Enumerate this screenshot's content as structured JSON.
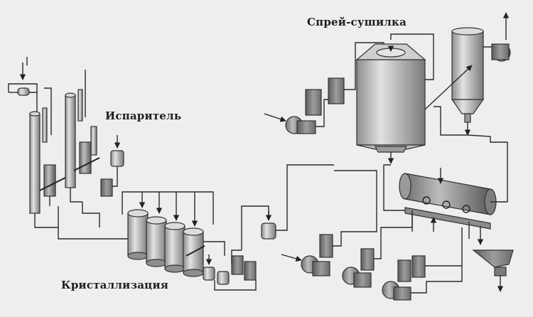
{
  "labels": {
    "spray_dryer": "Спрей-сушилка",
    "evaporator": "Испаритель",
    "crystallization": "Кристаллизация"
  },
  "colors": {
    "background": "#eeeeee",
    "vessel_light": "#c9c9c9",
    "vessel_mid": "#9a9a9a",
    "vessel_dark": "#5f5f5f",
    "line": "#2a2a2a"
  }
}
